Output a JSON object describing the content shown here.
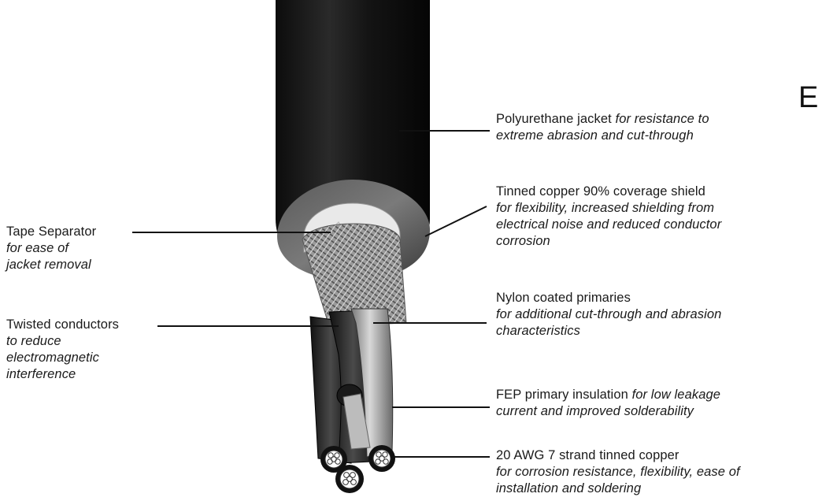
{
  "corner_letter": "E",
  "callouts": {
    "jacket": {
      "line1_plain": "Polyurethane jacket ",
      "line1_italic": "for resistance to",
      "line2_italic": "extreme abrasion and cut-through"
    },
    "shield": {
      "line1": "Tinned copper 90% coverage shield",
      "line2": "for flexibility, increased shielding from",
      "line3": "electrical noise and reduced conductor",
      "line4": "corrosion"
    },
    "tape": {
      "line1": "Tape Separator",
      "line2": "for ease of",
      "line3": "jacket removal"
    },
    "nylon": {
      "line1": "Nylon coated primaries",
      "line2": "for additional cut-through and abrasion",
      "line3": "characteristics"
    },
    "twisted": {
      "line1": "Twisted conductors",
      "line2": "to reduce",
      "line3": "electromagnetic",
      "line4": "interference"
    },
    "fep": {
      "line1_plain": "FEP primary insulation ",
      "line1_italic": "for low leakage",
      "line2_italic": "current and improved solderability"
    },
    "awg": {
      "line1": "20 AWG 7 strand tinned copper",
      "line2": "for corrosion resistance, flexibility, ease of",
      "line3": "installation and soldering"
    }
  }
}
